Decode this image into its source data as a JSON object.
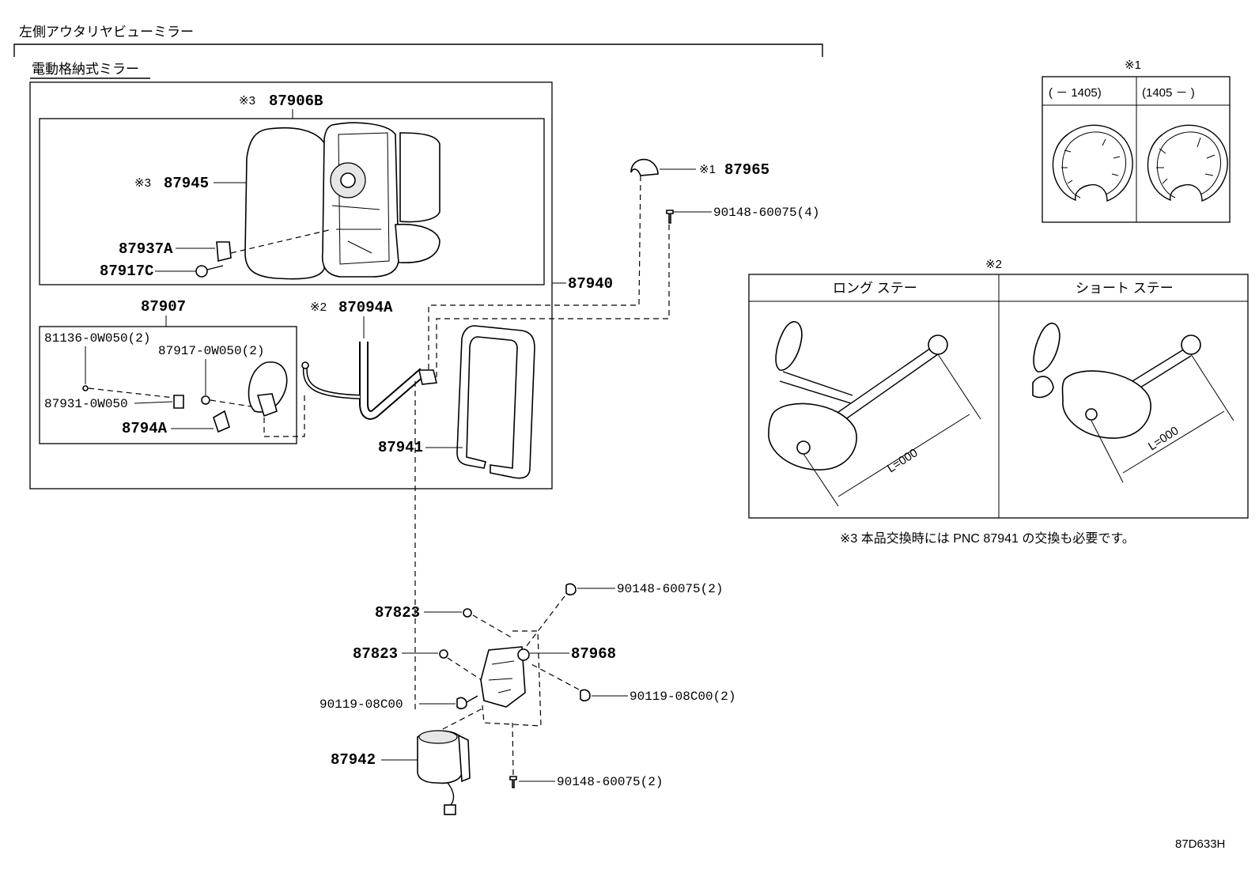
{
  "header": {
    "section_title": "左側アウタリヤビューミラー",
    "subsection_title": "電動格納式ミラー"
  },
  "markers": {
    "m1": "※1",
    "m2": "※2",
    "m3": "※3"
  },
  "parts": {
    "p87906B": "87906B",
    "p87945": "87945",
    "p87937A": "87937A",
    "p87917C": "87917C",
    "p87907": "87907",
    "p87094A": "87094A",
    "p87940": "87940",
    "p87965": "87965",
    "p90148_4": "90148-60075(4)",
    "p81136": "81136-0W050(2)",
    "p87917_0W050": "87917-0W050(2)",
    "p87931": "87931-0W050",
    "p8794A": "8794A",
    "p87941": "87941",
    "p87823_a": "87823",
    "p87823_b": "87823",
    "p90148_2a": "90148-60075(2)",
    "p87968": "87968",
    "p90119": "90119-08C00",
    "p90119_2": "90119-08C00(2)",
    "p87942": "87942",
    "p90148_2b": "90148-60075(2)"
  },
  "inset1": {
    "col_left": "(    － 1405)",
    "col_right": "(1405 －    )"
  },
  "inset2": {
    "col_left": "ロング  ステー",
    "col_right": "ショート  ステー",
    "dim_left": "L=000",
    "dim_right": "L=000"
  },
  "note3": "※3 本品交換時には PNC 87941 の交換も必要です。",
  "figure_id": "87D633H"
}
